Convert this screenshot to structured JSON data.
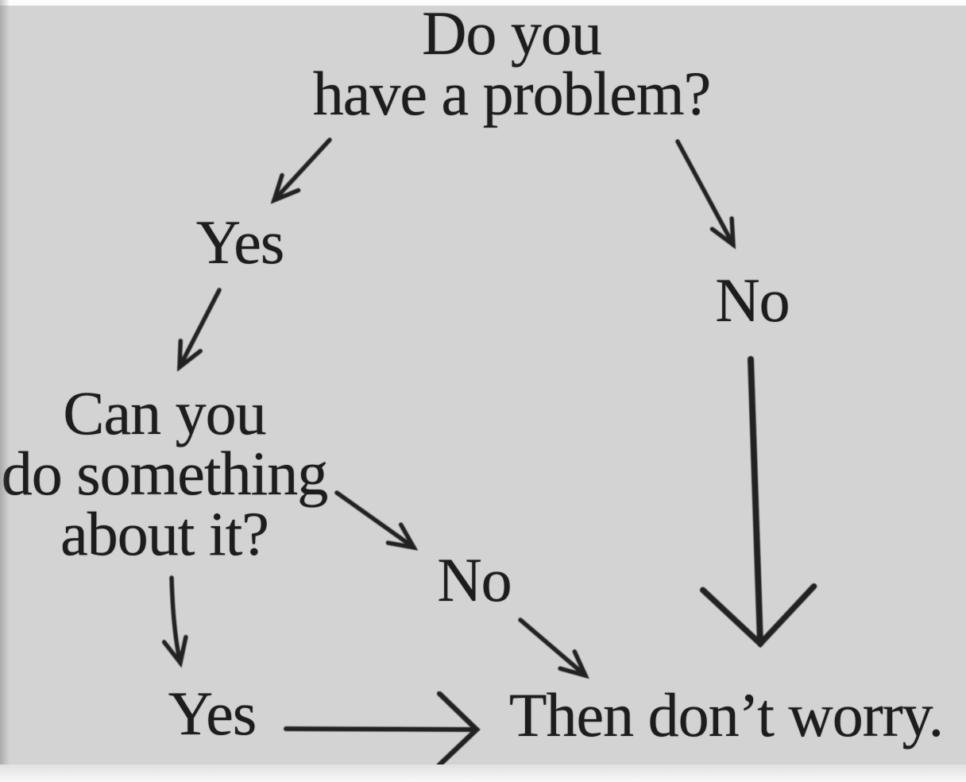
{
  "image": {
    "type": "flowchart-meme",
    "background_color": "#d3d3d3",
    "ink_color": "#1e1e1e"
  },
  "nodes": {
    "title": {
      "line1": "Do you",
      "line2": "have a problem?"
    },
    "yes_top": {
      "label": "Yes"
    },
    "no_right": {
      "label": "No"
    },
    "can_question": {
      "line1": "Can you",
      "line2": "do something",
      "line3": "about it?"
    },
    "no_mid": {
      "label": "No"
    },
    "yes_bottom": {
      "label": "Yes"
    },
    "worry": {
      "label": "Then don’t worry."
    }
  },
  "edges": [
    {
      "from": "title",
      "to": "yes_top"
    },
    {
      "from": "title",
      "to": "no_right"
    },
    {
      "from": "yes_top",
      "to": "can_question"
    },
    {
      "from": "can_question",
      "to": "no_mid"
    },
    {
      "from": "can_question",
      "to": "yes_bottom"
    },
    {
      "from": "no_mid",
      "to": "worry"
    },
    {
      "from": "no_right",
      "to": "worry"
    },
    {
      "from": "yes_bottom",
      "to": "worry"
    }
  ]
}
